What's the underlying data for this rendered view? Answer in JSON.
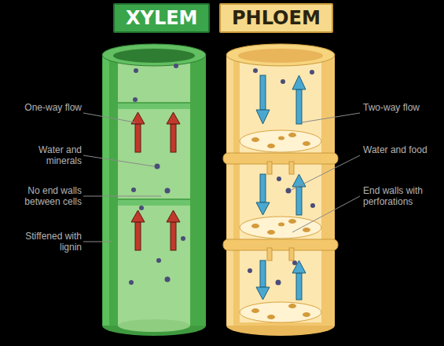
{
  "diagram": {
    "nodes": [
      {
        "text": [
          "XYLEM"
        ]
      },
      {
        "text": [
          "PHLOEM"
        ]
      }
    ],
    "labels": [
      "One-way flow",
      "Water and minerals",
      "No end walls between cells",
      "Stiffened with lignin",
      "Two-way flow",
      "Water and food",
      "End walls with perforations"
    ]
  }
}
